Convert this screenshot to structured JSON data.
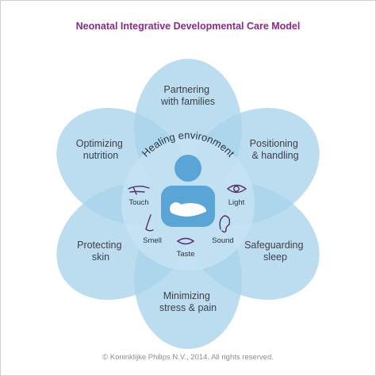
{
  "title": "Neonatal Integrative Developmental Care Model",
  "center_label": "Healing environment",
  "petals": [
    {
      "lines": [
        "Partnering",
        "with families"
      ]
    },
    {
      "lines": [
        "Positioning",
        "& handling"
      ]
    },
    {
      "lines": [
        "Safeguarding",
        "sleep"
      ]
    },
    {
      "lines": [
        "Minimizing",
        "stress & pain"
      ]
    },
    {
      "lines": [
        "Protecting",
        "skin"
      ]
    },
    {
      "lines": [
        "Optimizing",
        "nutrition"
      ]
    }
  ],
  "senses": {
    "touch": "Touch",
    "light": "Light",
    "smell": "Smell",
    "taste": "Taste",
    "sound": "Sound"
  },
  "copyright": "© Koninklijke Philips N.V., 2014. All rights reserved.",
  "colors": {
    "title": "#8a2a86",
    "petal_fill": "#a9d3ec",
    "petal_overlap": "#6fb2da",
    "center_disc": "#c6e3f4",
    "figure": "#5aa5d6",
    "icon_outline": "#5a2d6b",
    "text": "#3d3f45",
    "copyright": "#8c8c8c"
  }
}
